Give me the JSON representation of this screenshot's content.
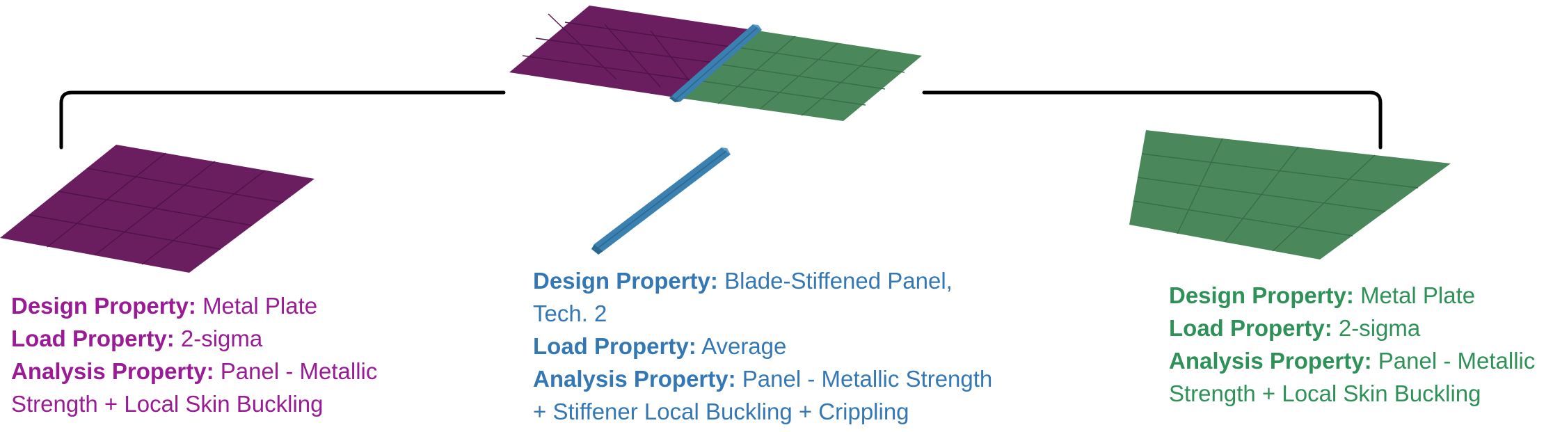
{
  "colors": {
    "purple_panel": "#6b1e5f",
    "green_panel": "#4a875b",
    "blue_stiffener": "#3a80b0",
    "purple_text": "#9a1b96",
    "blue_text": "#3378b4",
    "green_text": "#2e9157",
    "bracket": "#000000"
  },
  "left_panel": {
    "design_label": "Design Property:",
    "design_value": "Metal Plate",
    "load_label": "Load Property:",
    "load_value": "2-sigma",
    "analysis_label": "Analysis Property:",
    "analysis_value_line1": "Panel - Metallic",
    "analysis_value_line2": "Strength + Local Skin Buckling"
  },
  "stiffener": {
    "design_label": "Design Property:",
    "design_value_line1": "Blade-Stiffened Panel,",
    "design_value_line2": "Tech. 2",
    "load_label": "Load Property:",
    "load_value": "Average",
    "analysis_label": "Analysis Property:",
    "analysis_value_line1": "Panel - Metallic Strength",
    "analysis_value_line2": "+ Stiffener Local Buckling + Crippling"
  },
  "right_panel": {
    "design_label": "Design Property:",
    "design_value": "Metal Plate",
    "load_label": "Load Property:",
    "load_value": "2-sigma",
    "analysis_label": "Analysis Property:",
    "analysis_value_line1": "Panel - Metallic",
    "analysis_value_line2": "Strength + Local Skin Buckling"
  }
}
